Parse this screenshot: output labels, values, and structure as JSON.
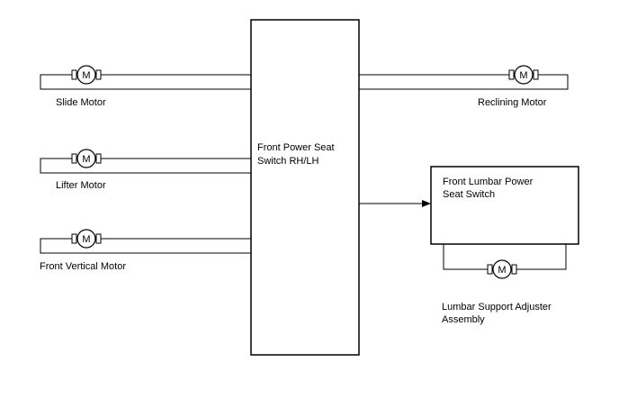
{
  "switch": {
    "line1": "Front Power Seat",
    "line2": "Switch RH/LH"
  },
  "lumbar_switch": {
    "line1": "Front Lumbar Power",
    "line2": "Seat Switch"
  },
  "motors": {
    "slide": "Slide Motor",
    "lifter": "Lifter Motor",
    "front_vertical": "Front Vertical Motor",
    "reclining": "Reclining Motor",
    "lumbar_line1": "Lumbar Support Adjuster",
    "lumbar_line2": "Assembly"
  },
  "motor_symbol": "M"
}
